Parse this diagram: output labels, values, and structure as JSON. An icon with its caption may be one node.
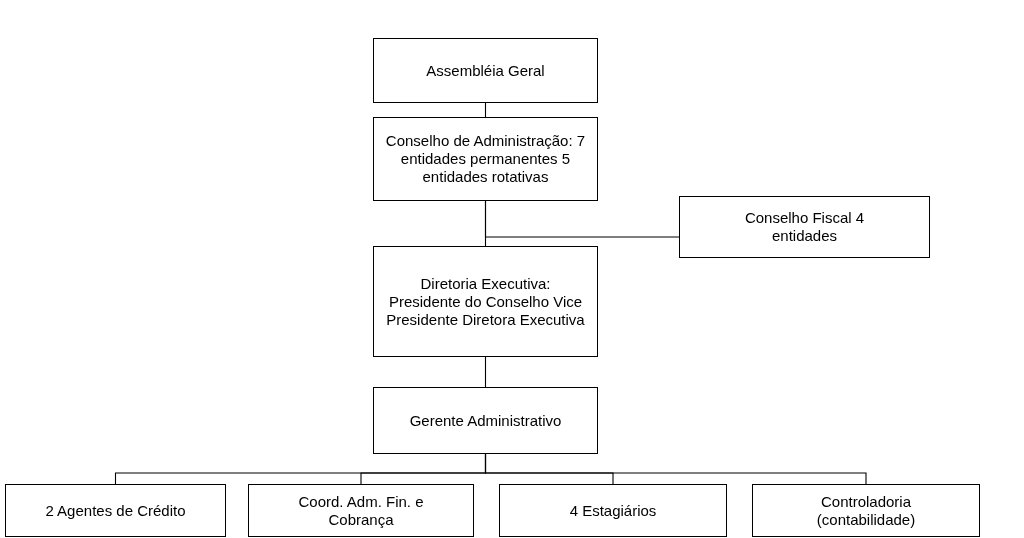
{
  "diagram": {
    "nodes": [
      {
        "text": [
          "Assembléia Geral"
        ]
      },
      {
        "text": [
          "Conselho de Administração: 7 entidades permanentes 5 entidades rotativas"
        ]
      },
      {
        "text": [
          "Conselho Fiscal 4 entidades"
        ]
      },
      {
        "text": [
          "Diretoria Executiva: Presidente do Conselho Vice Presidente Diretora Executiva"
        ]
      },
      {
        "text": [
          "Gerente Administrativo"
        ]
      },
      {
        "text": [
          "2 Agentes de Crédito"
        ]
      },
      {
        "text": [
          "Coord. Adm. Fin. e Cobrança"
        ]
      },
      {
        "text": [
          "4 Estagiários"
        ]
      },
      {
        "text": [
          "Controladoria (contabilidade)"
        ]
      }
    ],
    "edges": [
      {
        "from": 0,
        "to": 1,
        "arrow": "none"
      },
      {
        "from": 1,
        "to": 3,
        "arrow": "none"
      },
      {
        "from": 1,
        "to": 2,
        "arrow": "none"
      },
      {
        "from": 3,
        "to": 4,
        "arrow": "none"
      },
      {
        "from": 4,
        "to": 5,
        "arrow": "none"
      },
      {
        "from": 4,
        "to": 6,
        "arrow": "none"
      },
      {
        "from": 4,
        "to": 7,
        "arrow": "none"
      },
      {
        "from": 4,
        "to": 8,
        "arrow": "none"
      }
    ]
  }
}
